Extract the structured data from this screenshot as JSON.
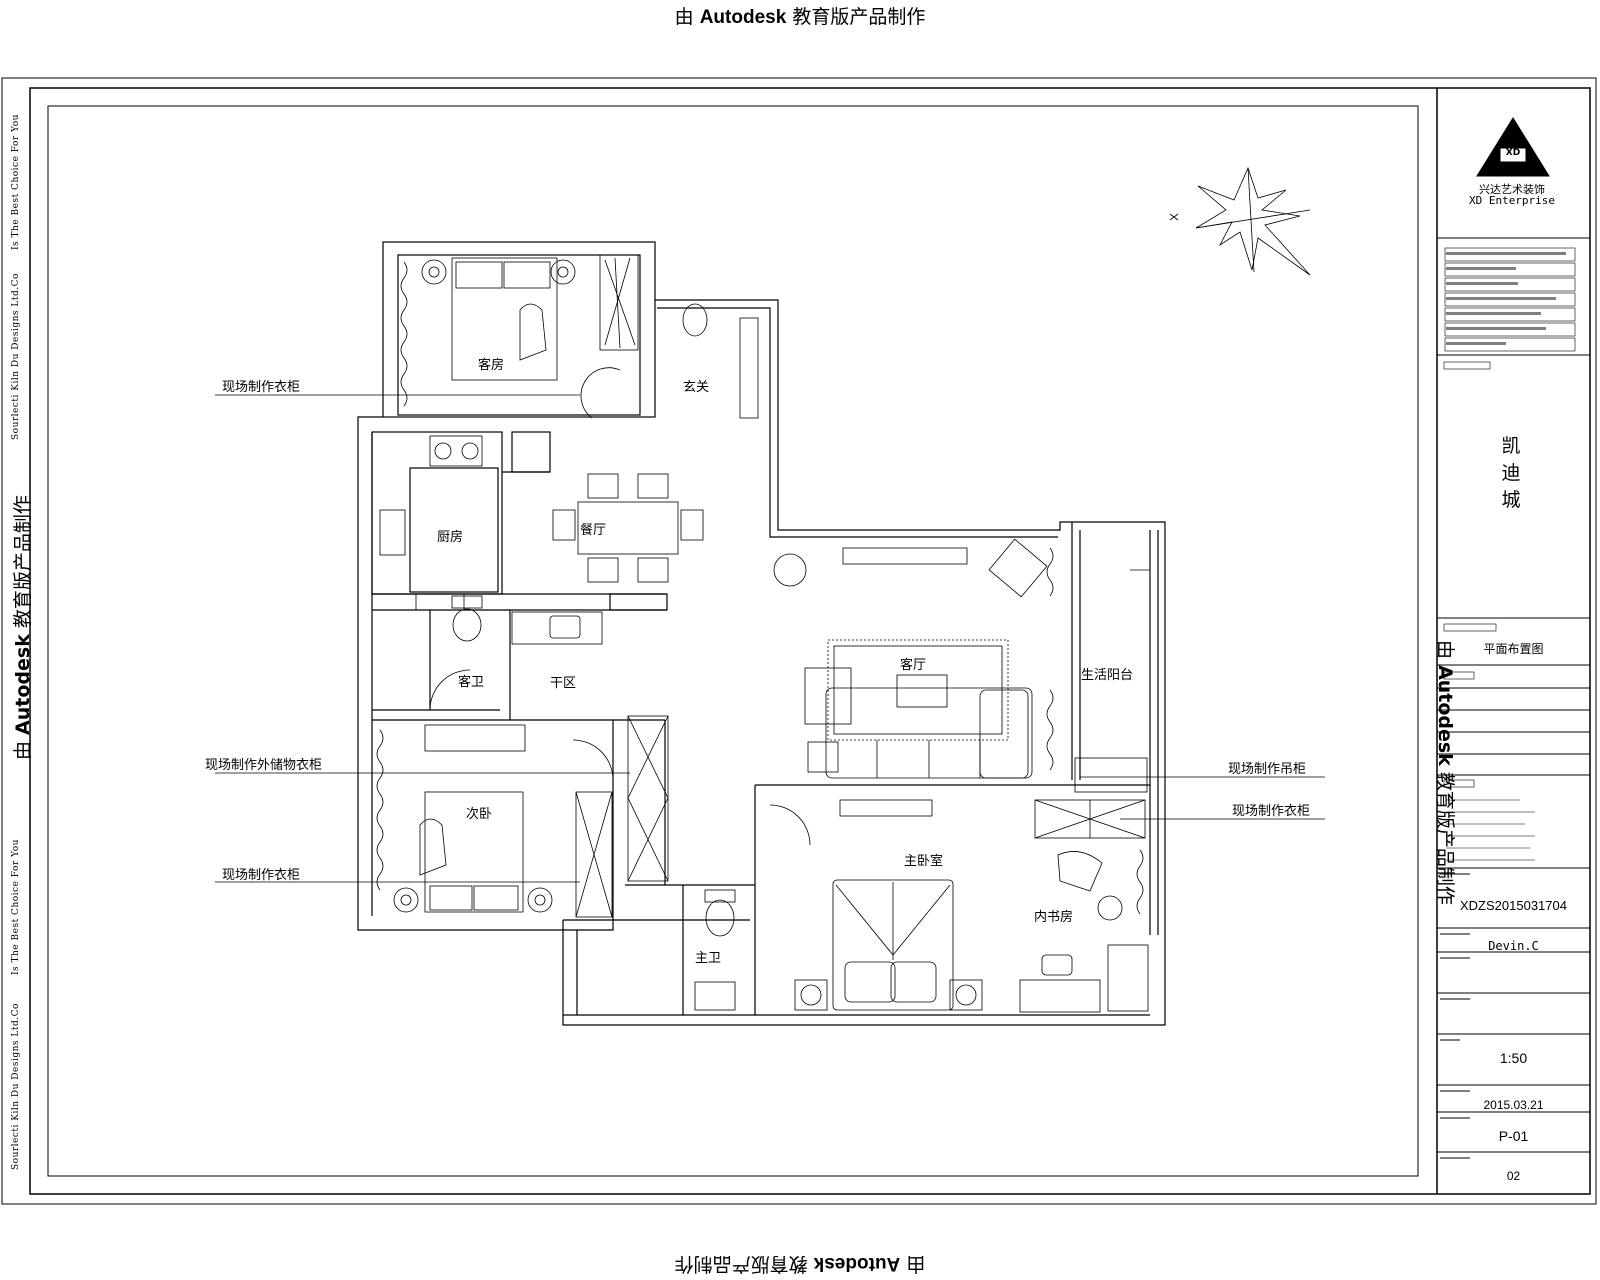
{
  "watermark": "由 Autodesk 教育版产品制作",
  "watermark_brand": "Autodesk",
  "watermark_prefix": "由",
  "watermark_suffix": "教育版产品制作",
  "side_texts": [
    "Sourlecti Kiln Du Designs Ltd.Co",
    "Is The Best Choice For You",
    "Sourlecti Kiln Du Designs Ltd.Co",
    "Is The Best Choice For You"
  ],
  "rooms": {
    "guest_bedroom": "客房",
    "entrance": "玄关",
    "kitchen": "厨房",
    "dining": "餐厅",
    "living": "客厅",
    "balcony": "生活阳台",
    "guest_bath": "客卫",
    "dry_area": "干区",
    "second_bedroom": "次卧",
    "master_bedroom": "主卧室",
    "study": "内书房",
    "master_bath": "主卫"
  },
  "callouts": {
    "left_1": "现场制作衣柜",
    "left_2": "现场制作外储物衣柜",
    "left_3": "现场制作衣柜",
    "right_1": "现场制作吊柜",
    "right_2": "现场制作衣柜"
  },
  "title_block": {
    "company_cn": "兴达艺术装饰",
    "company_en": "XD Enterprise",
    "logo_letters": "XD",
    "project_name": [
      "凯",
      "迪",
      "城"
    ],
    "drawing_title": "平面布置图",
    "project_no": "XDZS2015031704",
    "designer": "Devin.C",
    "scale": "1:50",
    "date": "2015.03.21",
    "sheet": "P-01",
    "revision": "02"
  }
}
